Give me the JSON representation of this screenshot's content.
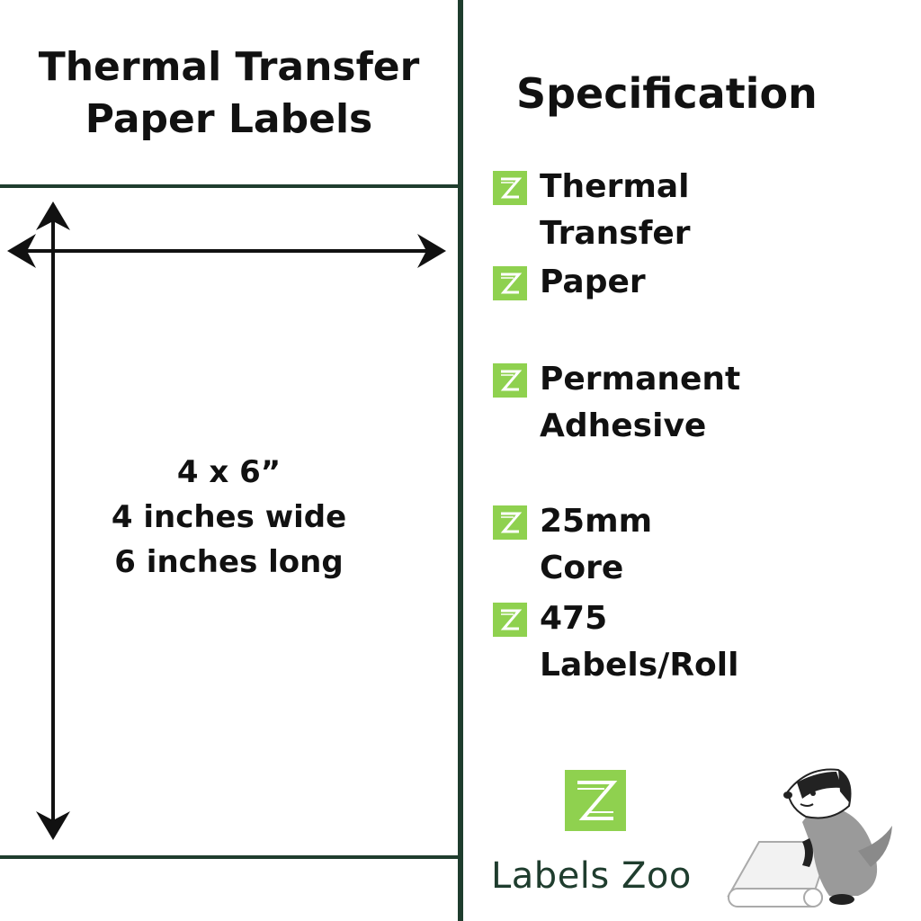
{
  "product": {
    "title_line1": "Thermal Transfer",
    "title_line2": "Paper Labels"
  },
  "dimensions": {
    "size": "4 x 6”",
    "width_text": "4 inches wide",
    "length_text": "6 inches long"
  },
  "specification": {
    "title": "Specification",
    "items": [
      {
        "label": "Thermal Transfer",
        "icon": "labelszoo-z-icon"
      },
      {
        "label": "Paper",
        "icon": "labelszoo-z-icon"
      },
      {
        "label": "Permanent Adhesive",
        "icon": "labelszoo-z-icon"
      },
      {
        "label": "25mm Core",
        "icon": "labelszoo-z-icon"
      },
      {
        "label": "475 Labels/Roll",
        "icon": "labelszoo-z-icon"
      }
    ]
  },
  "brand": {
    "name": "Labels Zoo",
    "logo_icon": "labelszoo-logo-icon",
    "mascot_icon": "badger-mascot-icon"
  },
  "colors": {
    "divider": "#1f3d2e",
    "accent_green": "#8fd14f",
    "brand_text": "#1f3d2e"
  }
}
